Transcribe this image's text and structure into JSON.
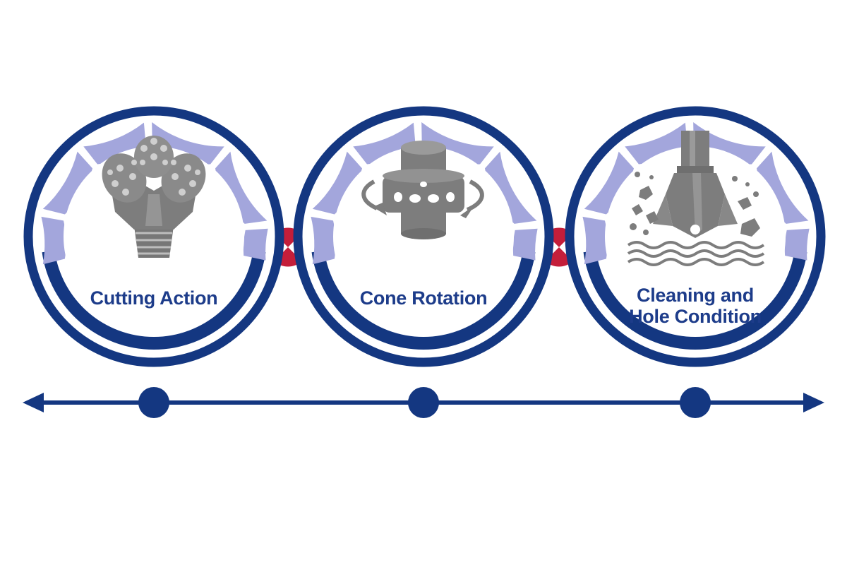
{
  "colors": {
    "navy": "#143781",
    "lavender": "#a3a6dc",
    "connector_red": "#c41e3a",
    "icon_gray": "#7d7d7d",
    "label_blue": "#1d3c8a"
  },
  "stages": [
    {
      "icon": "tricone-bit-icon",
      "label_lines": [
        "Cutting Action"
      ]
    },
    {
      "icon": "rotating-cone-icon",
      "label_lines": [
        "Cone Rotation"
      ]
    },
    {
      "icon": "bit-cleaning-icon",
      "label_lines": [
        "Cleaning and",
        "Hole Condition"
      ]
    }
  ],
  "connectors": [
    {
      "icon": "bowtie-connector-icon"
    },
    {
      "icon": "bowtie-connector-icon"
    }
  ],
  "timeline": {
    "arrows": "both-ends",
    "markers": 3
  }
}
